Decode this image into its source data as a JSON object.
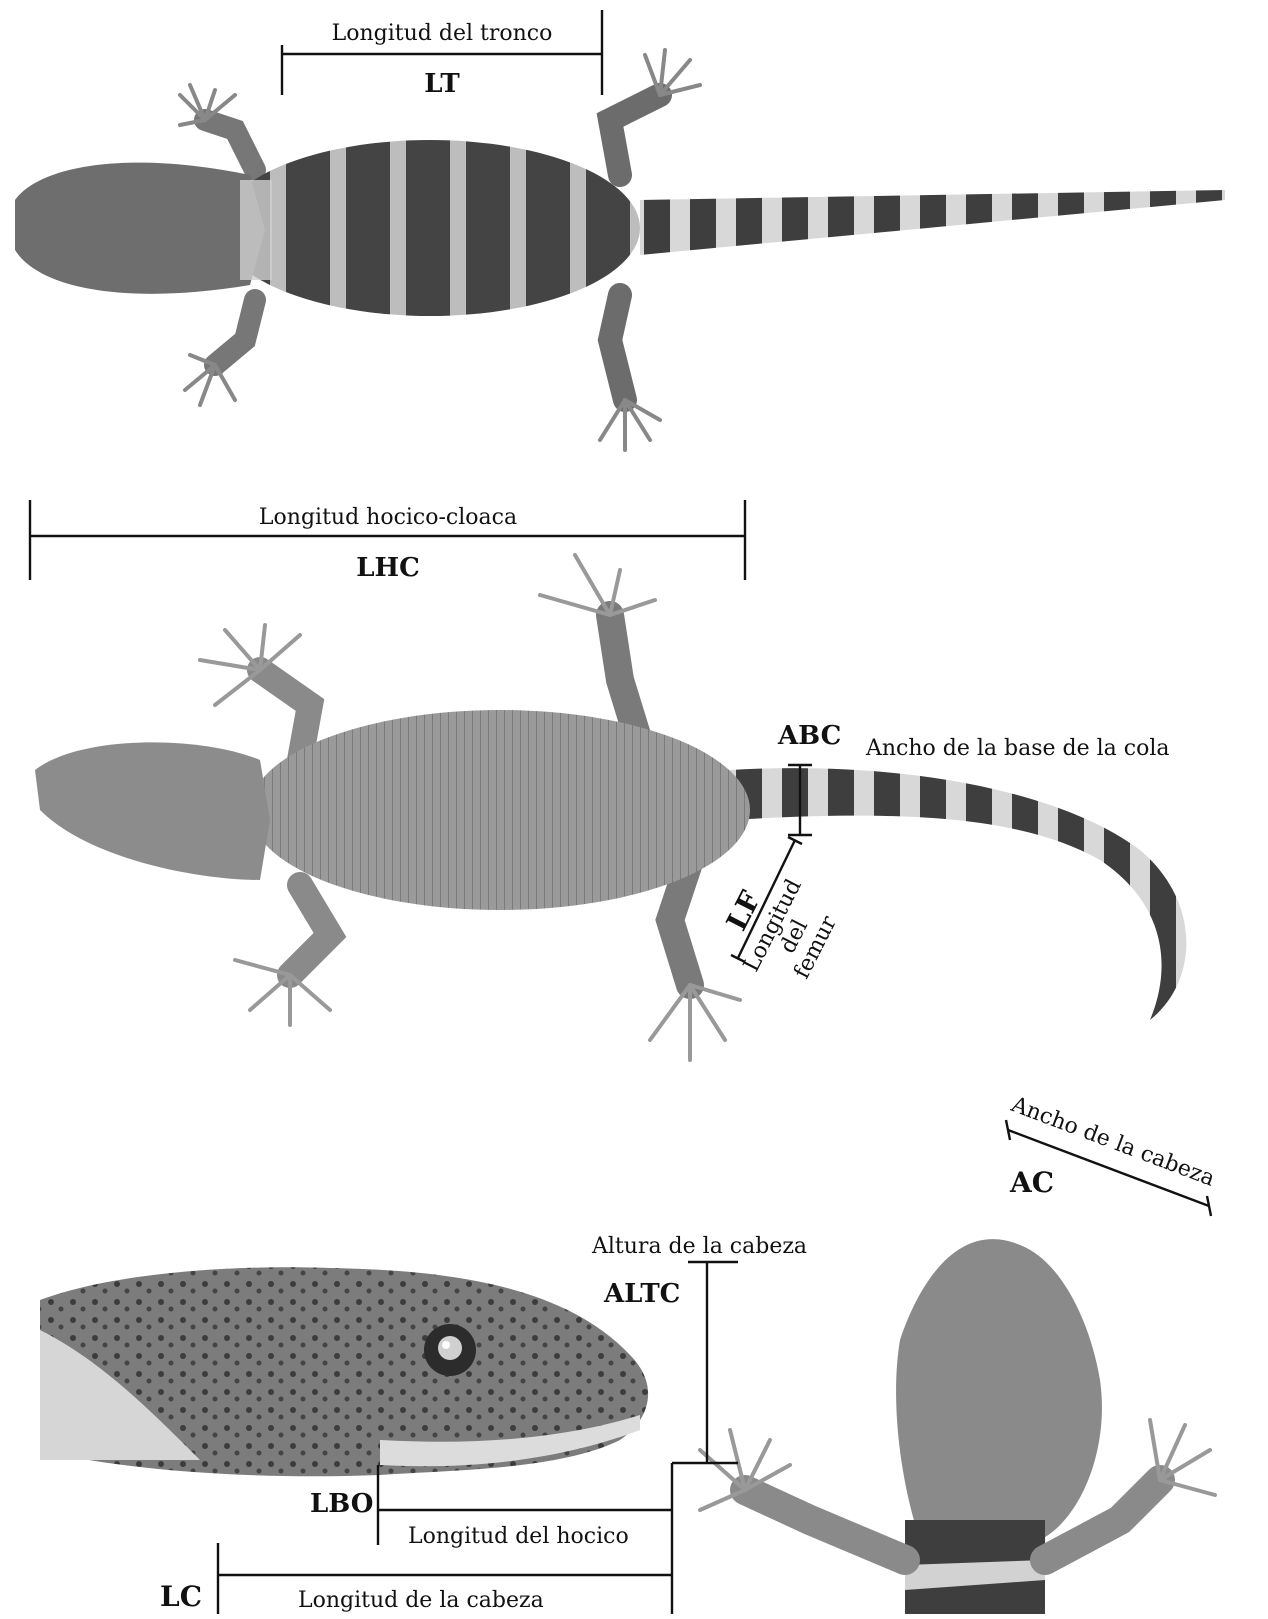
{
  "figure": {
    "photo_top": "top-view lizard photo",
    "photo_middle": "ventral-view lizard photo",
    "photo_bottom_left": "lateral head photo",
    "photo_bottom_right": "dorsal head photo"
  },
  "measurements": {
    "lt": {
      "abbr": "LT",
      "name": "Longitud del tronco"
    },
    "lhc": {
      "abbr": "LHC",
      "name": "Longitud hocico-cloaca"
    },
    "abc": {
      "abbr": "ABC",
      "name": "Ancho de la base de la cola"
    },
    "lf": {
      "abbr": "LF",
      "name_lines": [
        "Longitud",
        "del",
        "femur"
      ]
    },
    "ac": {
      "abbr": "AC",
      "name": "Ancho de la cabeza"
    },
    "altc": {
      "abbr": "ALTC",
      "name": "Altura de la cabeza"
    },
    "lbo": {
      "abbr": "LBO",
      "name": "Longitud del hocico"
    },
    "lc": {
      "abbr": "LC",
      "name": "Longitud de la cabeza"
    }
  },
  "colors": {
    "ink": "#111111",
    "photo_bg": "#ffffff",
    "skin_dark": "#3a3a3a",
    "skin_mid": "#8a8a8a",
    "skin_light": "#c9c9c9"
  }
}
